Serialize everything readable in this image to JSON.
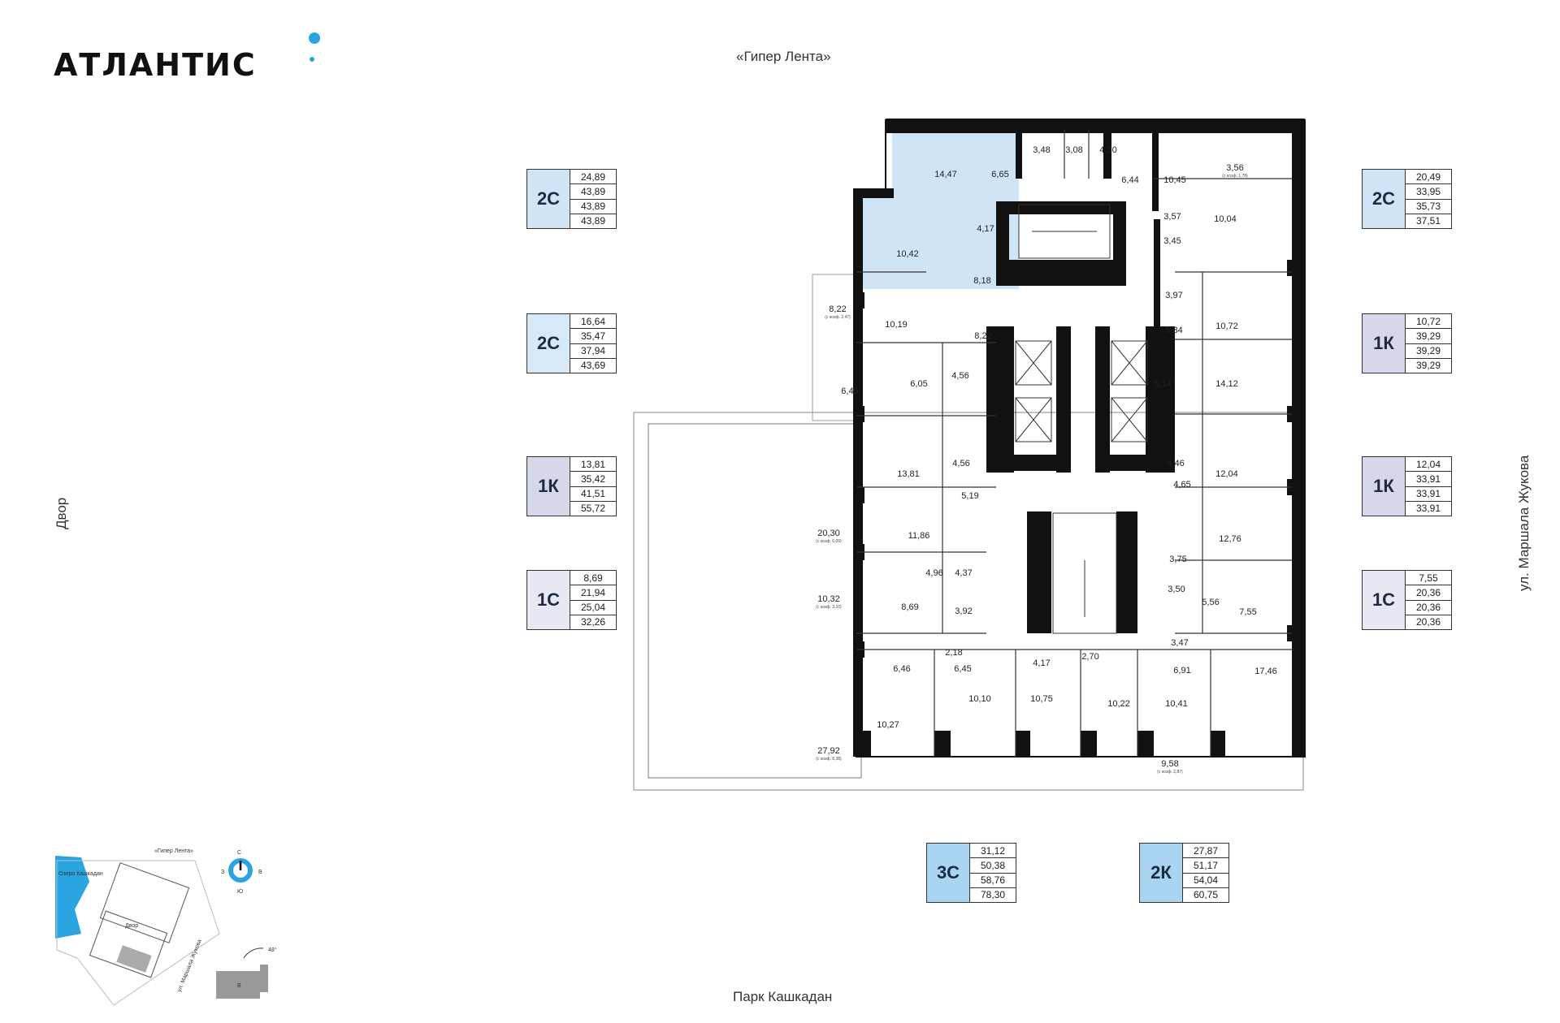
{
  "brand": {
    "name": "АТЛАНТИС",
    "accent": "#2aa5e2"
  },
  "directions": {
    "top": "«Гипер Лента»",
    "bottom": "Парк Кашкадан",
    "left": "Двор",
    "right": "ул. Маршала Жукова"
  },
  "colors": {
    "highlight_2c": "#cfe4f5",
    "highlight_1k": "#d9dbe9",
    "highlight_1c": "#e6e9f3",
    "highlight_3c": "#a9d5f3",
    "walls": "#111111"
  },
  "legend_left": [
    {
      "type": "2С",
      "values": [
        "24,89",
        "43,89",
        "43,89",
        "43,89"
      ],
      "color": "#cfe4f5"
    },
    {
      "type": "2С",
      "values": [
        "16,64",
        "35,47",
        "37,94",
        "43,69"
      ],
      "color": "#d7e8f7"
    },
    {
      "type": "1К",
      "values": [
        "13,81",
        "35,42",
        "41,51",
        "55,72"
      ],
      "color": "#d5d8e8"
    },
    {
      "type": "1С",
      "values": [
        "8,69",
        "21,94",
        "25,04",
        "32,26"
      ],
      "color": "#e6e9f3"
    }
  ],
  "legend_right": [
    {
      "type": "2С",
      "values": [
        "20,49",
        "33,95",
        "35,73",
        "37,51"
      ],
      "color": "#cfe4f5"
    },
    {
      "type": "1К",
      "values": [
        "10,72",
        "39,29",
        "39,29",
        "39,29"
      ],
      "color": "#d5d8e8"
    },
    {
      "type": "1К",
      "values": [
        "12,04",
        "33,91",
        "33,91",
        "33,91"
      ],
      "color": "#d5d8e8"
    },
    {
      "type": "1С",
      "values": [
        "7,55",
        "20,36",
        "20,36",
        "20,36"
      ],
      "color": "#e6e9f3"
    }
  ],
  "legend_bottom": [
    {
      "type": "3С",
      "values": [
        "31,12",
        "50,38",
        "58,76",
        "78,30"
      ],
      "color": "#a9d5f3"
    },
    {
      "type": "2К",
      "values": [
        "27,87",
        "51,17",
        "54,04",
        "60,75"
      ],
      "color": "#a9d5f3"
    }
  ],
  "rooms": [
    {
      "v": "14,47"
    },
    {
      "v": "6,65"
    },
    {
      "v": "3,48"
    },
    {
      "v": "3,08"
    },
    {
      "v": "4,20"
    },
    {
      "v": "6,44"
    },
    {
      "v": "10,45"
    },
    {
      "v": "3,56",
      "sub": "(с коэф. 1,78)"
    },
    {
      "v": "10,42"
    },
    {
      "v": "4,17"
    },
    {
      "v": "8,18"
    },
    {
      "v": "3,57"
    },
    {
      "v": "10,04"
    },
    {
      "v": "3,45"
    },
    {
      "v": "3,97"
    },
    {
      "v": "8,22",
      "sub": "(с коэф. 2,47)"
    },
    {
      "v": "10,19"
    },
    {
      "v": "8,22"
    },
    {
      "v": "5,34"
    },
    {
      "v": "10,72"
    },
    {
      "v": "6,45"
    },
    {
      "v": "6,05"
    },
    {
      "v": "4,56"
    },
    {
      "v": "5,14"
    },
    {
      "v": "14,12"
    },
    {
      "v": "13,81"
    },
    {
      "v": "4,56"
    },
    {
      "v": "4,46"
    },
    {
      "v": "12,04"
    },
    {
      "v": "5,19"
    },
    {
      "v": "4,65"
    },
    {
      "v": "20,30",
      "sub": "(с коэф. 6,09)"
    },
    {
      "v": "11,86"
    },
    {
      "v": "12,76"
    },
    {
      "v": "4,96"
    },
    {
      "v": "4,37"
    },
    {
      "v": "3,75"
    },
    {
      "v": "10,32",
      "sub": "(с коэф. 3,10)"
    },
    {
      "v": "8,69"
    },
    {
      "v": "3,92"
    },
    {
      "v": "3,50"
    },
    {
      "v": "5,56"
    },
    {
      "v": "7,55"
    },
    {
      "v": "3,47"
    },
    {
      "v": "2,18"
    },
    {
      "v": "6,46"
    },
    {
      "v": "6,45"
    },
    {
      "v": "4,17"
    },
    {
      "v": "2,70"
    },
    {
      "v": "6,91"
    },
    {
      "v": "17,46"
    },
    {
      "v": "10,10"
    },
    {
      "v": "10,75"
    },
    {
      "v": "10,22"
    },
    {
      "v": "10,41"
    },
    {
      "v": "10,27"
    },
    {
      "v": "27,92",
      "sub": "(с коэф. 8,38)"
    },
    {
      "v": "9,58",
      "sub": "(с коэф. 2,87)"
    }
  ],
  "minimap": {
    "lake": "Озеро Кашкадан",
    "top_road": "«Гипер Лента»",
    "yard": "Двор",
    "street": "ул. Маршала Жукова",
    "compass": {
      "n": "С",
      "s": "Ю",
      "w": "З",
      "e": "В"
    },
    "angle": "48°",
    "section": "В"
  }
}
